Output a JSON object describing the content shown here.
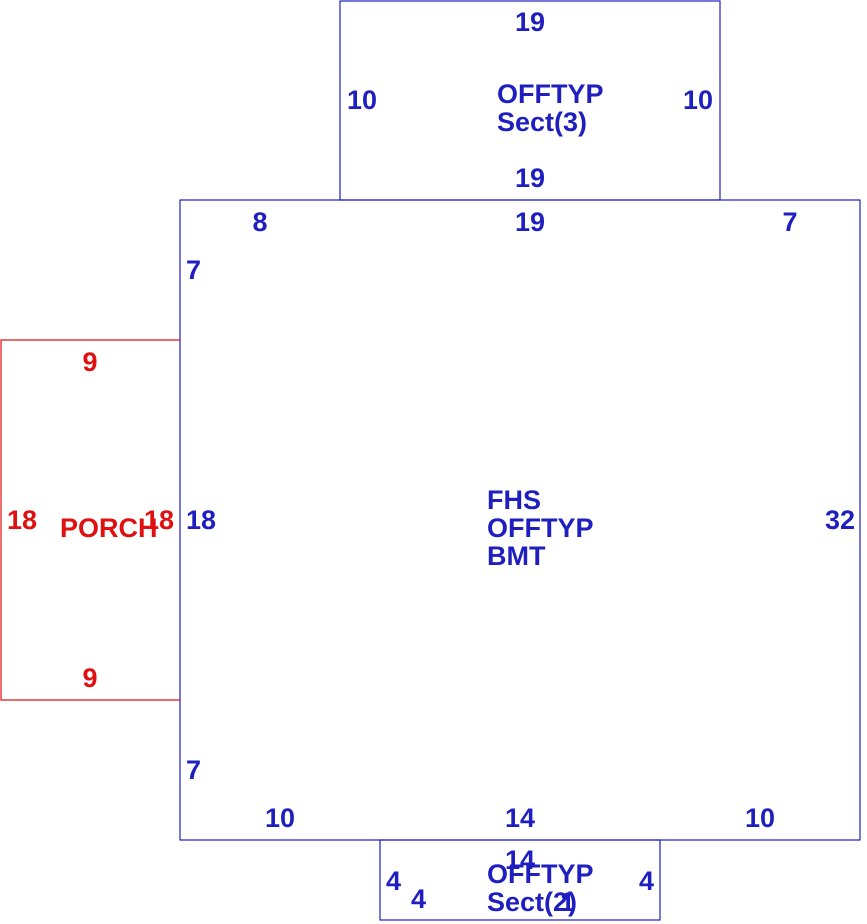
{
  "colors": {
    "main": "#1f1fbf",
    "porch": "#e01010"
  },
  "sect3": {
    "top": "19",
    "left": "10",
    "right": "10",
    "bottom": "19",
    "label_1": "OFFTYP",
    "label_2": "Sect(3)"
  },
  "main": {
    "top_left": "8",
    "top_center": "19",
    "top_right": "7",
    "left_upper": "7",
    "left_middle": "18",
    "left_lower": "7",
    "right": "32",
    "bottom_left": "10",
    "bottom_center": "14",
    "bottom_right": "10",
    "label_1": "FHS",
    "label_2": "OFFTYP",
    "label_3": "BMT"
  },
  "porch": {
    "top": "9",
    "left": "18",
    "right": "18",
    "bottom": "9",
    "label": "PORCH"
  },
  "sect2": {
    "top": "14",
    "left": "4",
    "right": "4",
    "inner": "4",
    "label_1": "OFFTYP",
    "label_2": "Sect(2)",
    "overlap_digit": "1"
  }
}
